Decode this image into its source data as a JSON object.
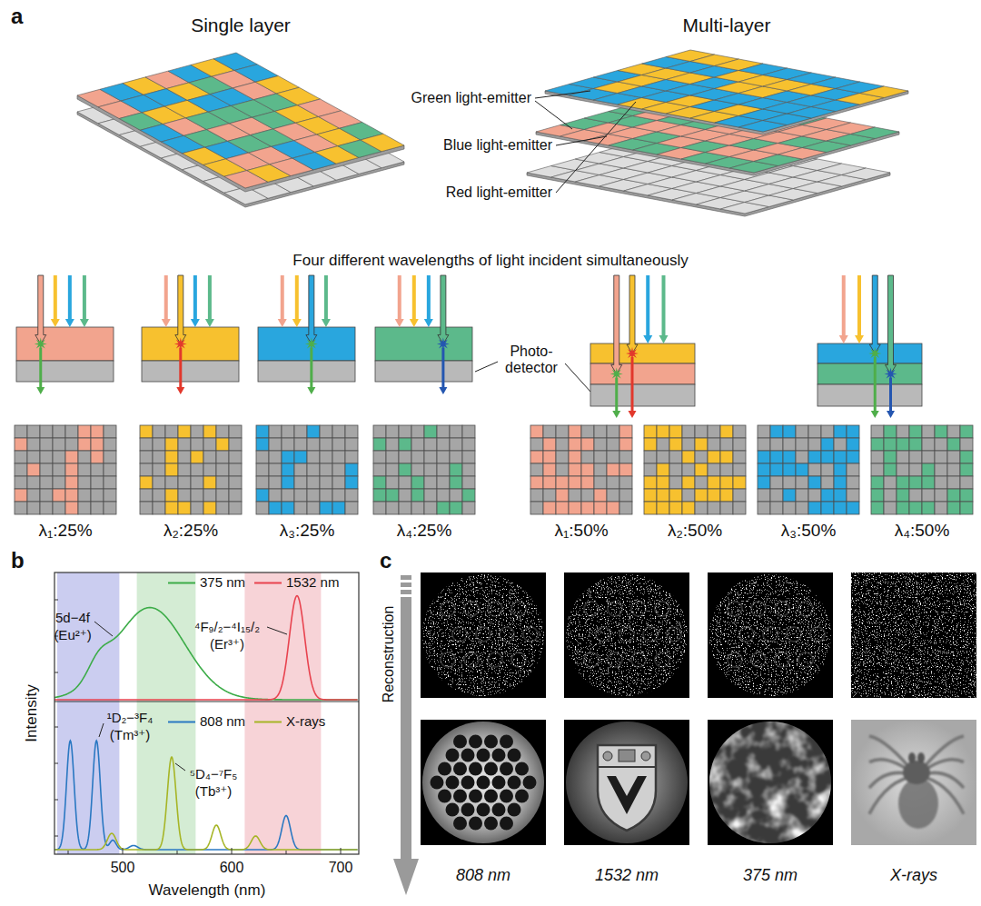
{
  "diagram": {
    "nodes": [
      {
        "text": [
          "808 nm"
        ]
      },
      {
        "text": [
          "1532 nm"
        ]
      },
      {
        "text": [
          "375 nm"
        ]
      },
      {
        "text": [
          "X-rays"
        ]
      }
    ],
    "labels": [
      "a",
      "Single layer",
      "Multi-layer",
      "Green light-emitter",
      "Blue light-emitter",
      "Red light-emitter",
      "Four different wavelengths of light incident simultaneously",
      "Photo- detector",
      "λ₁:25%",
      "λ₂:25%",
      "λ₃:25%",
      "λ₄:25%",
      "λ₁:50%",
      "λ₂:50%",
      "λ₃:50%",
      "λ₄:50%",
      "b",
      "5d−4f",
      "(Eu²⁺)",
      "⁴F₉/₂−⁴I₁₅/₂",
      "(Er³⁺)",
      "¹D₂−³F₄",
      "(Tm³⁺)",
      "⁵D₄−⁷F₅",
      "(Tb³⁺)",
      "Intensity",
      "500",
      "600",
      "700",
      "Wavelength (nm)",
      "c",
      "Reconstruction"
    ],
    "legend": [
      {
        "text": "375 nm"
      },
      {
        "text": "1532 nm"
      },
      {
        "text": "808 nm"
      },
      {
        "text": "X-rays"
      }
    ]
  }
}
